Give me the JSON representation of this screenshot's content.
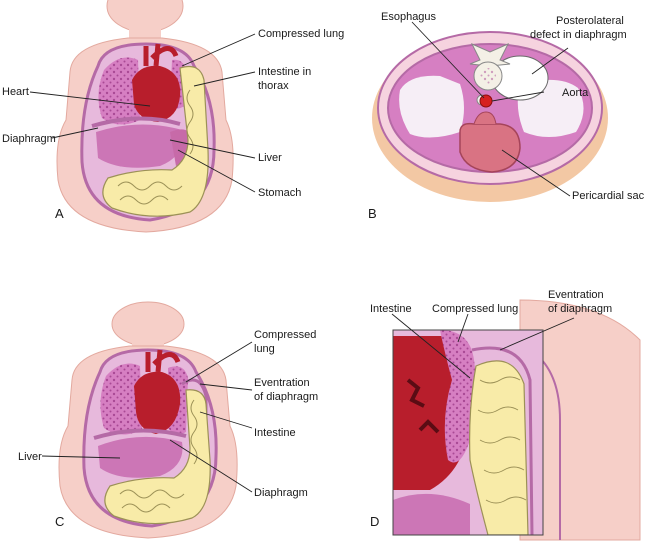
{
  "panels": {
    "a": {
      "letter": "A",
      "labels": {
        "compressed_lung": "Compressed lung",
        "intestine_l1": "Intestine in",
        "intestine_l2": "thorax",
        "heart": "Heart",
        "diaphragm": "Diaphragm",
        "liver": "Liver",
        "stomach": "Stomach"
      }
    },
    "b": {
      "letter": "B",
      "labels": {
        "esophagus": "Esophagus",
        "defect_l1": "Posterolateral",
        "defect_l2": "defect in diaphragm",
        "aorta": "Aorta",
        "pericardial_sac": "Pericardial sac"
      }
    },
    "c": {
      "letter": "C",
      "labels": {
        "compressed_l1": "Compressed",
        "compressed_l2": "lung",
        "eventration_l1": "Eventration",
        "eventration_l2": "of diaphragm",
        "intestine": "Intestine",
        "liver": "Liver",
        "diaphragm": "Diaphragm"
      }
    },
    "d": {
      "letter": "D",
      "labels": {
        "intestine": "Intestine",
        "compressed_lung": "Compressed lung",
        "eventration_l1": "Eventration",
        "eventration_l2": "of diaphragm"
      }
    }
  },
  "colors": {
    "skin": "#f6cfc8",
    "skin_edge": "#e3a99f",
    "cavity_wall": "#b56aa6",
    "cavity_fill": "#e7b9dc",
    "lung": "#d67fc2",
    "heart": "#b81e2c",
    "liver": "#cc76b6",
    "intestine": "#f8eba8",
    "intestine_edge": "#9c9157",
    "aorta": "#d62020",
    "pericardium": "#d97383",
    "body_wall": "#f3c8a4",
    "clear": "#f6eef6"
  }
}
